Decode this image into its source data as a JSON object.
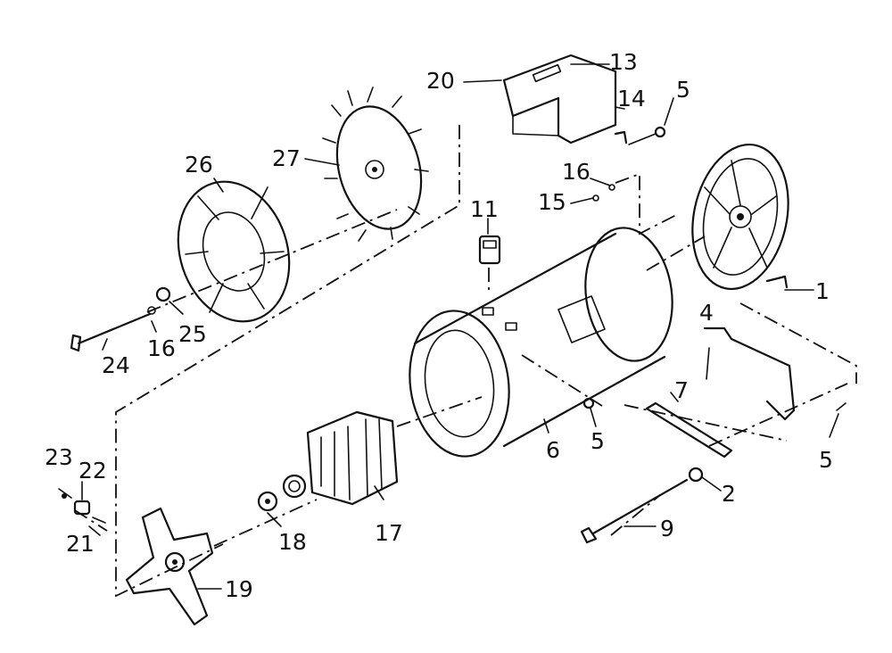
{
  "diagram": {
    "ink_color": "#111111",
    "background_color": "#ffffff",
    "parts": [
      {
        "id": "p1",
        "number": "1",
        "name_hint": "end-bell-rear"
      },
      {
        "id": "p2",
        "number": "2",
        "name_hint": "washer"
      },
      {
        "id": "p4",
        "number": "4",
        "name_hint": "mounting-bracket"
      },
      {
        "id": "p5a",
        "number": "5",
        "name_hint": "screw-top"
      },
      {
        "id": "p5b",
        "number": "5",
        "name_hint": "screw-housing"
      },
      {
        "id": "p5c",
        "number": "5",
        "name_hint": "screw-bracket"
      },
      {
        "id": "p6",
        "number": "6",
        "name_hint": "stator-housing"
      },
      {
        "id": "p7",
        "number": "7",
        "name_hint": "strap"
      },
      {
        "id": "p9",
        "number": "9",
        "name_hint": "through-bolt-right"
      },
      {
        "id": "p11",
        "number": "11",
        "name_hint": "switch"
      },
      {
        "id": "p13",
        "number": "13",
        "name_hint": "shroud-slot"
      },
      {
        "id": "p14",
        "number": "14",
        "name_hint": "clip"
      },
      {
        "id": "p15",
        "number": "15",
        "name_hint": "screw-small"
      },
      {
        "id": "p16a",
        "number": "16",
        "name_hint": "lock-washer-top"
      },
      {
        "id": "p16b",
        "number": "16",
        "name_hint": "lock-washer-left"
      },
      {
        "id": "p17",
        "number": "17",
        "name_hint": "armature"
      },
      {
        "id": "p18",
        "number": "18",
        "name_hint": "bearing"
      },
      {
        "id": "p19",
        "number": "19",
        "name_hint": "front-end-bell"
      },
      {
        "id": "p20",
        "number": "20",
        "name_hint": "shroud"
      },
      {
        "id": "p21",
        "number": "21",
        "name_hint": "spring"
      },
      {
        "id": "p22",
        "number": "22",
        "name_hint": "brush-holder"
      },
      {
        "id": "p23",
        "number": "23",
        "name_hint": "screw-tiny"
      },
      {
        "id": "p24",
        "number": "24",
        "name_hint": "through-bolt-left"
      },
      {
        "id": "p25",
        "number": "25",
        "name_hint": "washer-left"
      },
      {
        "id": "p26",
        "number": "26",
        "name_hint": "fan-guard"
      },
      {
        "id": "p27",
        "number": "27",
        "name_hint": "fan"
      }
    ]
  }
}
